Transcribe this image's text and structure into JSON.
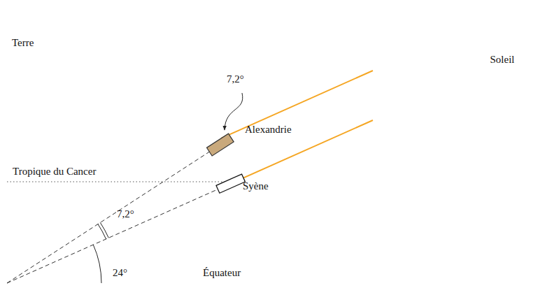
{
  "diagram": {
    "nodes": [
      {
        "text": [
          "Terre"
        ]
      },
      {
        "text": [
          "Soleil"
        ]
      }
    ],
    "labels": [
      "Tropique du Cancer",
      "7,2°",
      "Alexandrie",
      "Syène",
      "7,2°",
      "24°",
      "Équateur"
    ]
  }
}
